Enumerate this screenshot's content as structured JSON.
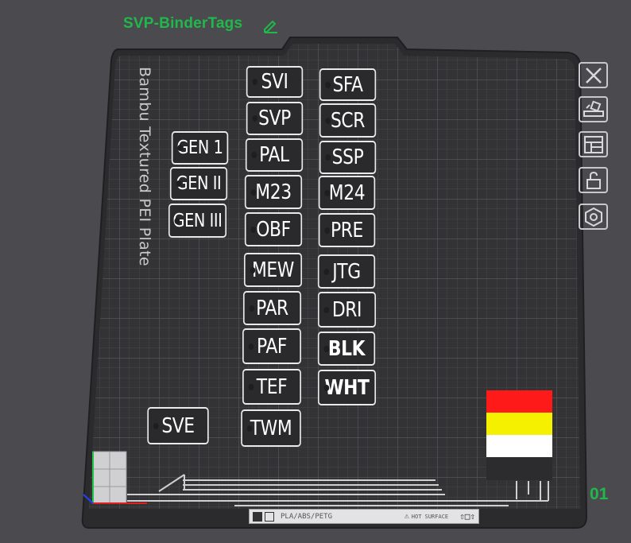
{
  "title": "SVP-BinderTags",
  "plate_label": "Bambu Textured PEI Plate",
  "plate_index": "01",
  "material_text": "PLA/ABS/PETG",
  "hot_surface_text": "HOT SURFACE",
  "tags": [
    {
      "label": "SVI"
    },
    {
      "label": "SFA"
    },
    {
      "label": "SVP"
    },
    {
      "label": "SCR"
    },
    {
      "label": "GEN 1"
    },
    {
      "label": "PAL"
    },
    {
      "label": "SSP"
    },
    {
      "label": "GEN II"
    },
    {
      "label": "M23"
    },
    {
      "label": "M24"
    },
    {
      "label": "GEN III"
    },
    {
      "label": "OBF"
    },
    {
      "label": "PRE"
    },
    {
      "label": "MEW"
    },
    {
      "label": "JTG"
    },
    {
      "label": "PAR"
    },
    {
      "label": "DRI"
    },
    {
      "label": "PAF"
    },
    {
      "label": "BLK"
    },
    {
      "label": "TEF"
    },
    {
      "label": "WHT"
    },
    {
      "label": "SVE"
    },
    {
      "label": "TWM"
    }
  ],
  "color_swatches": [
    "#ff1a1a",
    "#f4f000",
    "#ffffff",
    "#2c2c2e"
  ],
  "toolbar": [
    "close-icon",
    "auto-orient-icon",
    "arrange-icon",
    "lock-icon",
    "settings-icon"
  ],
  "accent_color": "#20b84a"
}
